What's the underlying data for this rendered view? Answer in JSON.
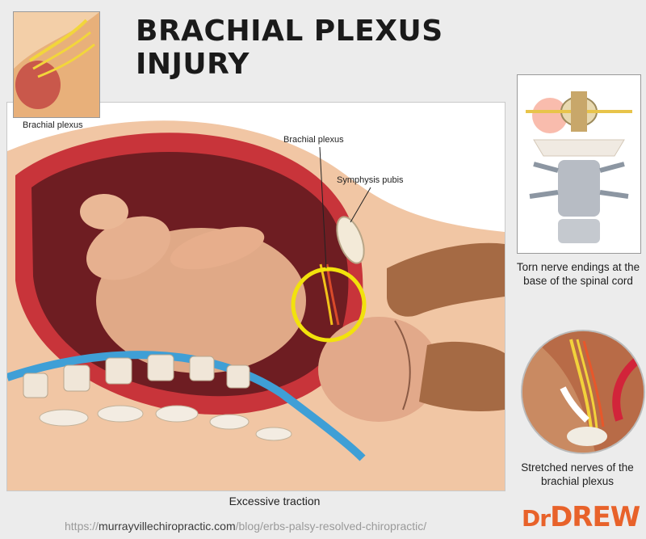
{
  "title": "BRACHIAL PLEXUS INJURY",
  "labels": {
    "inset_top_left": "Brachial plexus",
    "brachial_plexus": "Brachial plexus",
    "symphysis_pubis": "Symphysis pubis",
    "excessive_traction": "Excessive traction",
    "torn_nerve": "Torn nerve endings at the base of the spinal cord",
    "stretched_nerves": "Stretched nerves of the brachial plexus"
  },
  "footer": {
    "url_prefix": "https://",
    "url_domain": "murrayvillechiropractic.com",
    "url_path": "/blog/erbs-palsy-resolved-chiropractic/"
  },
  "logo": {
    "dr": "Dr",
    "drew": "DREW"
  },
  "colors": {
    "highlight_ring": "#f2e20c",
    "uterus": "#c8343a",
    "skin": "#e8b28e",
    "logo": "#e8622a"
  }
}
